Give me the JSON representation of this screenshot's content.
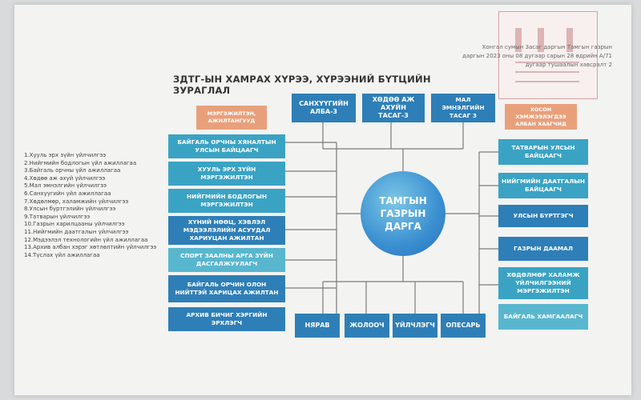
{
  "header_note": {
    "line1": "Хонгал сумын Засаг даргын Тамгын газрын",
    "line2": "даргын 2023 оны 08 дугаар сарын 28 өдрийн А/71",
    "line3": "дугаар тушаалын хавсралт 2"
  },
  "title": "ЗДТГ-ЫН ХАМРАХ ХҮРЭЭ, ХҮРЭЭНИЙ БҮТЦИЙН ЗУРАГЛАЛ",
  "center": "ТАМГЫН ГАЗРЫН ДАРГА",
  "top_boxes": [
    "САНХҮҮГИЙН АЛБА-3",
    "ХӨДӨӨ АЖ АХУЙН ТАСАГ-3",
    "МАЛ ЭМНЭЛГИЙН ТАСАГ 3"
  ],
  "left_header": "МЭРГЭЖИЛТЭН, АЖИЛТАНГУУД",
  "left_boxes": [
    "БАЙГАЛЬ ОРЧНЫ ХЯНАЛТЫН УЛСЫН БАЙЦААГЧ",
    "ХУУЛЬ ЭРХ ЗҮЙН МЭРГЭЖИЛТЭН",
    "НИЙГМИЙН БОДЛОГЫН МЭРГЭЖИЛТЭН",
    "ХҮНИЙ НӨӨЦ, ХЭВЛЭЛ МЭДЭЭЛЭЛИЙН АСУУДАЛ ХАРИУЦАН АЖИЛТАН",
    "СПОРТ ЗААЛНЫ АРГА ЗҮЙН ДАСГАЛЖУУЛАГЧ",
    "БАЙГАЛЬ ОРЧИН ОЛОН НИЙТТЭЙ ХАРИЦАХ АЖИЛТАН",
    "АРХИВ БИЧИГ ХЭРГИЙН ЭРХЛЭГЧ"
  ],
  "right_header": "ХОСОН ХЭМЖЭЭЛЭГДЭЭ АЛБАН ХААГЧИД",
  "right_boxes": [
    "ТАТВАРЫН УЛСЫН БАЙЦААГЧ",
    "НИЙГМИЙН ДААТГАЛЫН БАЙЦААГЧ",
    "УЛСЫН БҮРТГЭГЧ",
    "ГАЗРЫН ДААМАЛ",
    "ХӨДӨЛМӨР ХАЛАМЖ ҮЙЛЧИЛГЭЭНИЙ МЭРГЭЖИЛТЭН",
    "БАЙГАЛЬ ХАМГААЛАГЧ"
  ],
  "bottom_boxes": [
    "НЯРАВ",
    "ЖОЛООЧ",
    "ҮЙЛЧЛЭГЧ",
    "ОПЕСАРЬ"
  ],
  "list_items": [
    "1.Хууль эрх зүйн үйлчилгээ",
    "2.Нийгмийн бодлогын үйл ажиллагаа",
    "3.Байгаль орчны үйл ажиллагаа",
    "4.Хөдөө аж ахуй үйлчилгээ",
    "5.Мал эмнэлгийн үйлчилгээ",
    "6.Санхүүгийн үйл ажиллагаа",
    "7.Хөдөлмөр, халамжийн үйлчилгээ",
    "8.Улсын бүртгэлийн үйлчилгээ",
    "9.Татварын үйлчилгээ",
    "10.Газрын харилцааны үйлчилгээ",
    "11.Нийгмийн даатгалын үйлчилгээ",
    "12.Мэдээлэл технологийн үйл ажиллагаа",
    "13.Архив албан хэрэг хөтлөлтийн үйлчилгээ",
    "14.Түслах үйл ажиллагаа"
  ],
  "colors": {
    "blue": "#2e7fb7",
    "teal": "#3aa3c4",
    "orange": "#e8a07b",
    "circle": "#3a8fd0"
  }
}
